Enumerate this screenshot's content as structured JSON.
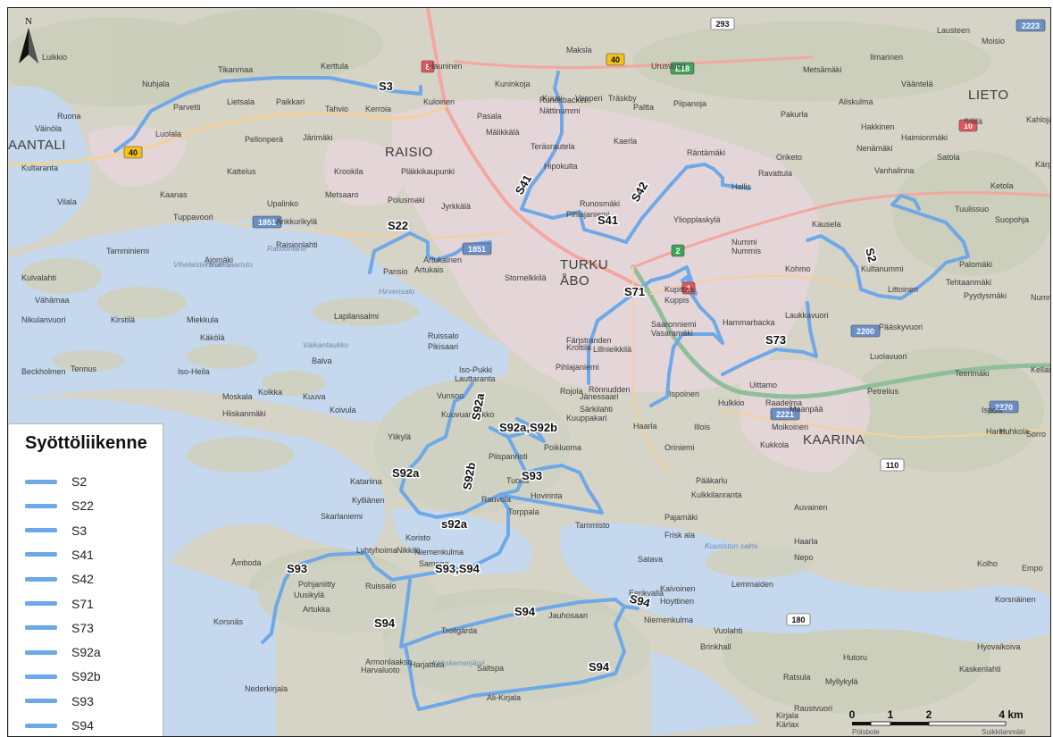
{
  "legend": {
    "title": "Syöttöliikenne",
    "items": [
      {
        "label": "S2"
      },
      {
        "label": "S22"
      },
      {
        "label": "S3"
      },
      {
        "label": "S41"
      },
      {
        "label": "S42"
      },
      {
        "label": "S71"
      },
      {
        "label": "S73"
      },
      {
        "label": "S92a"
      },
      {
        "label": "S92b"
      },
      {
        "label": "S93"
      },
      {
        "label": "S94"
      }
    ]
  },
  "colors": {
    "route": "#6fa8e8",
    "water": "#c7d9ee",
    "land": "#d7d4c8",
    "urban": "#e9d8de",
    "forest": "#c9cfb9"
  },
  "north_label": "N",
  "scale": {
    "ticks": [
      "0",
      "1",
      "2",
      "4 km"
    ],
    "unit_name": "Pölsbole",
    "unit_name2": "Suikkilanmäki"
  },
  "route_labels": [
    "S3",
    "S41",
    "S41",
    "S42",
    "S22",
    "S2",
    "S71",
    "S73",
    "S92a",
    "S92a,S92b",
    "S92a",
    "S92b",
    "S93",
    "s92a",
    "S93",
    "S93,S94",
    "S94",
    "S94",
    "S94",
    "S94"
  ],
  "cities": [
    "RAISIO",
    "TURKU",
    "ÅBO",
    "KAARINA",
    "AANTALI",
    "LIETO"
  ],
  "places": [
    "Maksla",
    "Tikanmaa",
    "Kerttula",
    "Hauninen",
    "Kuninkoja",
    "Urusvuori",
    "Metsämäki",
    "Ilmarinen",
    "Lausteen",
    "Moisio",
    "Luikkio",
    "Nuhjala",
    "Parvetti",
    "Lietsala",
    "Paikkari",
    "Tahvio",
    "Kerroia",
    "Kuloinen",
    "Pasala",
    "Runosbacken",
    "Nättinummi",
    "Paltta",
    "Piipanoja",
    "Pakurla",
    "Vääntelä",
    "Aliskulma",
    "Ruona",
    "Väinöla",
    "Luolala",
    "Pellonperä",
    "Järimäki",
    "Mälikkälä",
    "Teräsrautela",
    "Hakkinen",
    "Haimionmäki",
    "Sillilä",
    "Kahloja",
    "Kultaranta",
    "Kattelus",
    "Krookila",
    "Pläkkikaupunki",
    "Hipokulta",
    "Kaerla",
    "Räntämäki",
    "Oriketo",
    "Nenämäki",
    "Satola",
    "Vilala",
    "Kaanas",
    "Upalinko",
    "Metsaaro",
    "Polusmaki",
    "Ravattula",
    "Hallis",
    "Vanhalinna",
    "Ketola",
    "Kärpijoki",
    "Tuppavoori",
    "Ankkurikylä",
    "Jyrkkälä",
    "Runosmäki",
    "Pihlajaniemi",
    "Yliopplaskylä",
    "Kausela",
    "Nummi",
    "Nummis",
    "Tuulissuo",
    "Suopohja",
    "Tamminiemi",
    "Ajomäki",
    "Raisionlahti",
    "Pansio",
    "Artukainen",
    "Artukais",
    "Kohmo",
    "Kultanummi",
    "Palomäki",
    "Kulvalahti",
    "Vähämaa",
    "Stornelkkilä",
    "Kupittaa",
    "Kuppis",
    "Tehtaanmäki",
    "Littoinen",
    "Pyydysmäki",
    "Nummi",
    "Nikulanvuori",
    "Kirstilä",
    "Miekkula",
    "Käkölä",
    "Saaronniemi",
    "Vasaramäki",
    "Hammarbacka",
    "Laukkavuori",
    "Pääskyvuori",
    "Tennus",
    "Lapilansalmi",
    "Ruissalo",
    "Pikisaari",
    "Beckholmen",
    "Iso-Heila",
    "Balva",
    "Krottila",
    "Lillnieikkilä",
    "Luolavuori",
    "Teerimäki",
    "Kellarimäki",
    "Moskala",
    "Kolkka",
    "Kuuva",
    "Iso-Pukki",
    "Lauttaranta",
    "Färjstranden",
    "Pihlajaniemi",
    "Rönnudden",
    "Petrelius",
    "Hiiskanmäki",
    "Vunsoo",
    "Kuuvuanaukko",
    "Jänessaari",
    "Särkilahti",
    "Uittamo",
    "Ispoinen",
    "Ispois",
    "Huhkola",
    "Koivula",
    "Hulkkio",
    "Raadelma",
    "Maanpää",
    "Harittu",
    "Sorro",
    "Ylikylä",
    "Tuorla",
    "Rojola",
    "Kuuppakari",
    "Haarla",
    "Illois",
    "Moikoinen",
    "Katariina",
    "Piispanristi",
    "Poikluoma",
    "Oriniemi",
    "Kukkola",
    "Skarlaniemi",
    "Rauvola",
    "Hovirinta",
    "Pääkarlu",
    "Kulkkilanranta",
    "Pajamäki",
    "Frisk ala",
    "Auvainen",
    "Koristo",
    "Torppala",
    "Kylliänen",
    "Tammisto",
    "Haarla",
    "Nepo",
    "Kolho",
    "Empo",
    "Åmboda",
    "Lyhtyhoima",
    "Niemenkulma",
    "Samppa",
    "Nikkilä",
    "Pohjaniitty",
    "Uusikylä",
    "Ruissalo",
    "Artukka",
    "Satava",
    "Kaivoinen",
    "Hoyttinen",
    "Lemmaiden",
    "Korsnäinen",
    "Korsnäs",
    "Vuolahti",
    "Jauhosaari",
    "Eerikvalla",
    "Niemenkulma",
    "Brinkhall",
    "Harjattula",
    "Armonlaakso",
    "Hyovaikoiva",
    "Kaskenlahti",
    "Saltspa",
    "Harvaluoto",
    "Ratsula",
    "Myllykylä",
    "Raustvuori",
    "Kirjala",
    "Kärlax",
    "Trollgärda",
    "Nederkirjala",
    "Ali-Kirjala",
    "Hutoru",
    "Kuusi",
    "Vepperi",
    "Träskby"
  ],
  "waters": [
    "Turun saaristo",
    "Vihelaistenaukko",
    "Raisionlahti",
    "Kakskerranjärvi",
    "Kuusiston salmi",
    "Väikantaukko",
    "Hirvensalo"
  ],
  "shields": [
    "8",
    "40",
    "40",
    "1",
    "E18",
    "10",
    "2",
    "1851",
    "1851",
    "2200",
    "2221",
    "2270",
    "110",
    "180",
    "2223",
    "293"
  ]
}
